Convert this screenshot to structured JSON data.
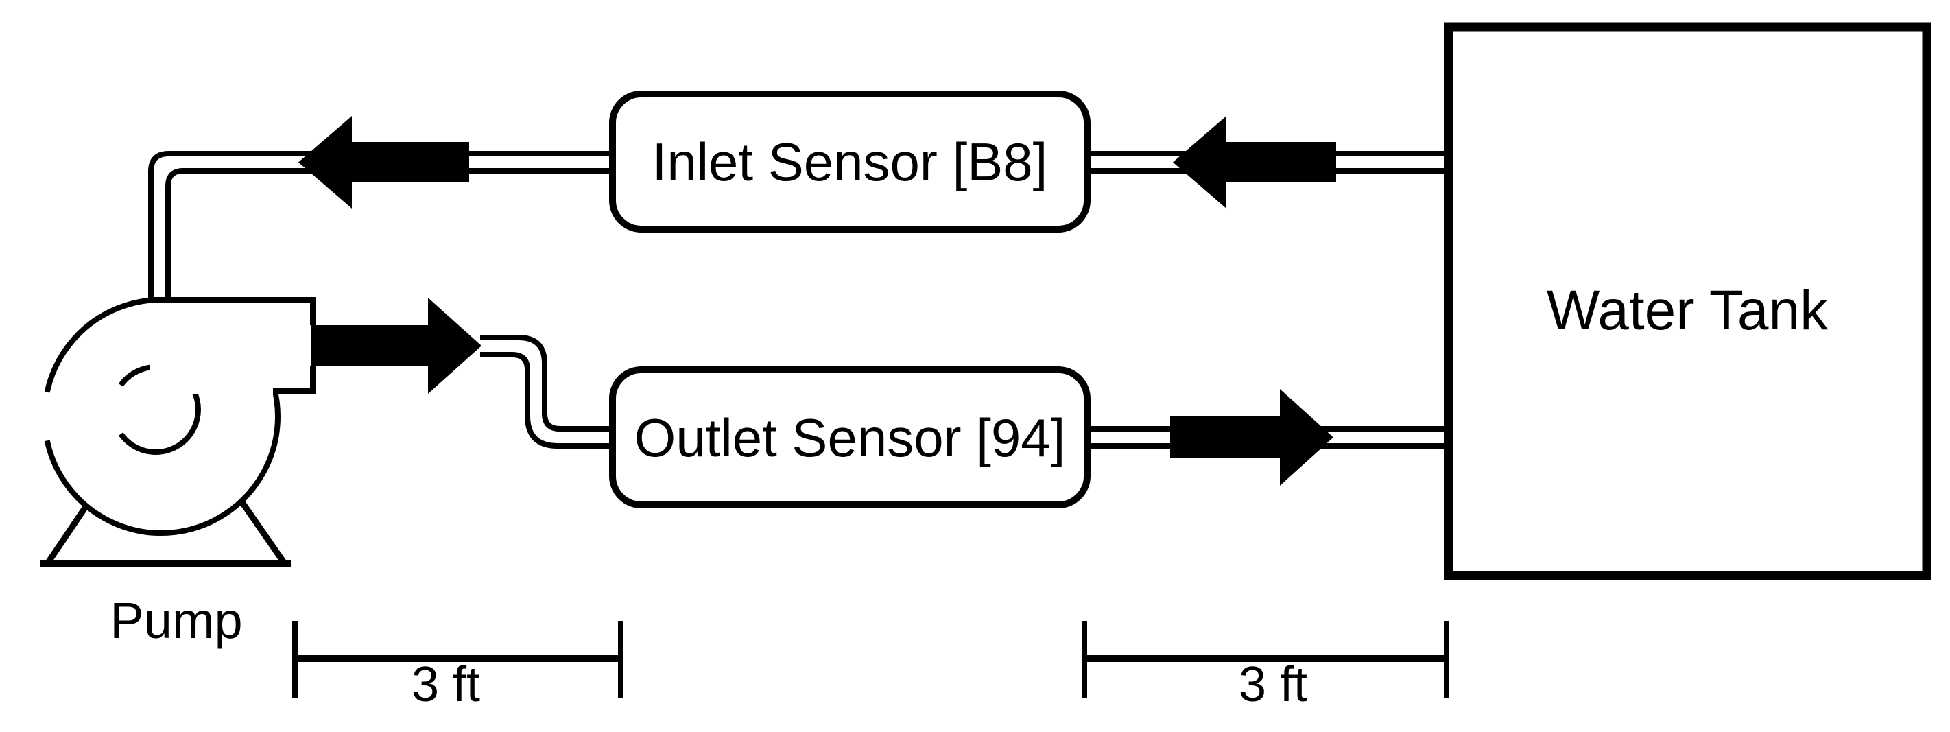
{
  "diagram": {
    "type": "piping-flow-diagram",
    "colors": {
      "line": "#000000",
      "background": "#ffffff"
    },
    "components": {
      "pump": {
        "label": "Pump"
      },
      "water_tank": {
        "label": "Water Tank"
      },
      "inlet_sensor": {
        "label": "Inlet Sensor [B8]"
      },
      "outlet_sensor": {
        "label": "Outlet Sensor [94]"
      }
    },
    "flows": [
      {
        "from": "water_tank",
        "to": "inlet_sensor",
        "direction": "left"
      },
      {
        "from": "inlet_sensor",
        "to": "pump",
        "direction": "left"
      },
      {
        "from": "pump",
        "to": "outlet_sensor",
        "direction": "right"
      },
      {
        "from": "outlet_sensor",
        "to": "water_tank",
        "direction": "right"
      }
    ],
    "dimensions": {
      "pump_to_outlet_sensor": {
        "label": "3 ft"
      },
      "outlet_sensor_to_tank": {
        "label": "3 ft"
      }
    }
  }
}
